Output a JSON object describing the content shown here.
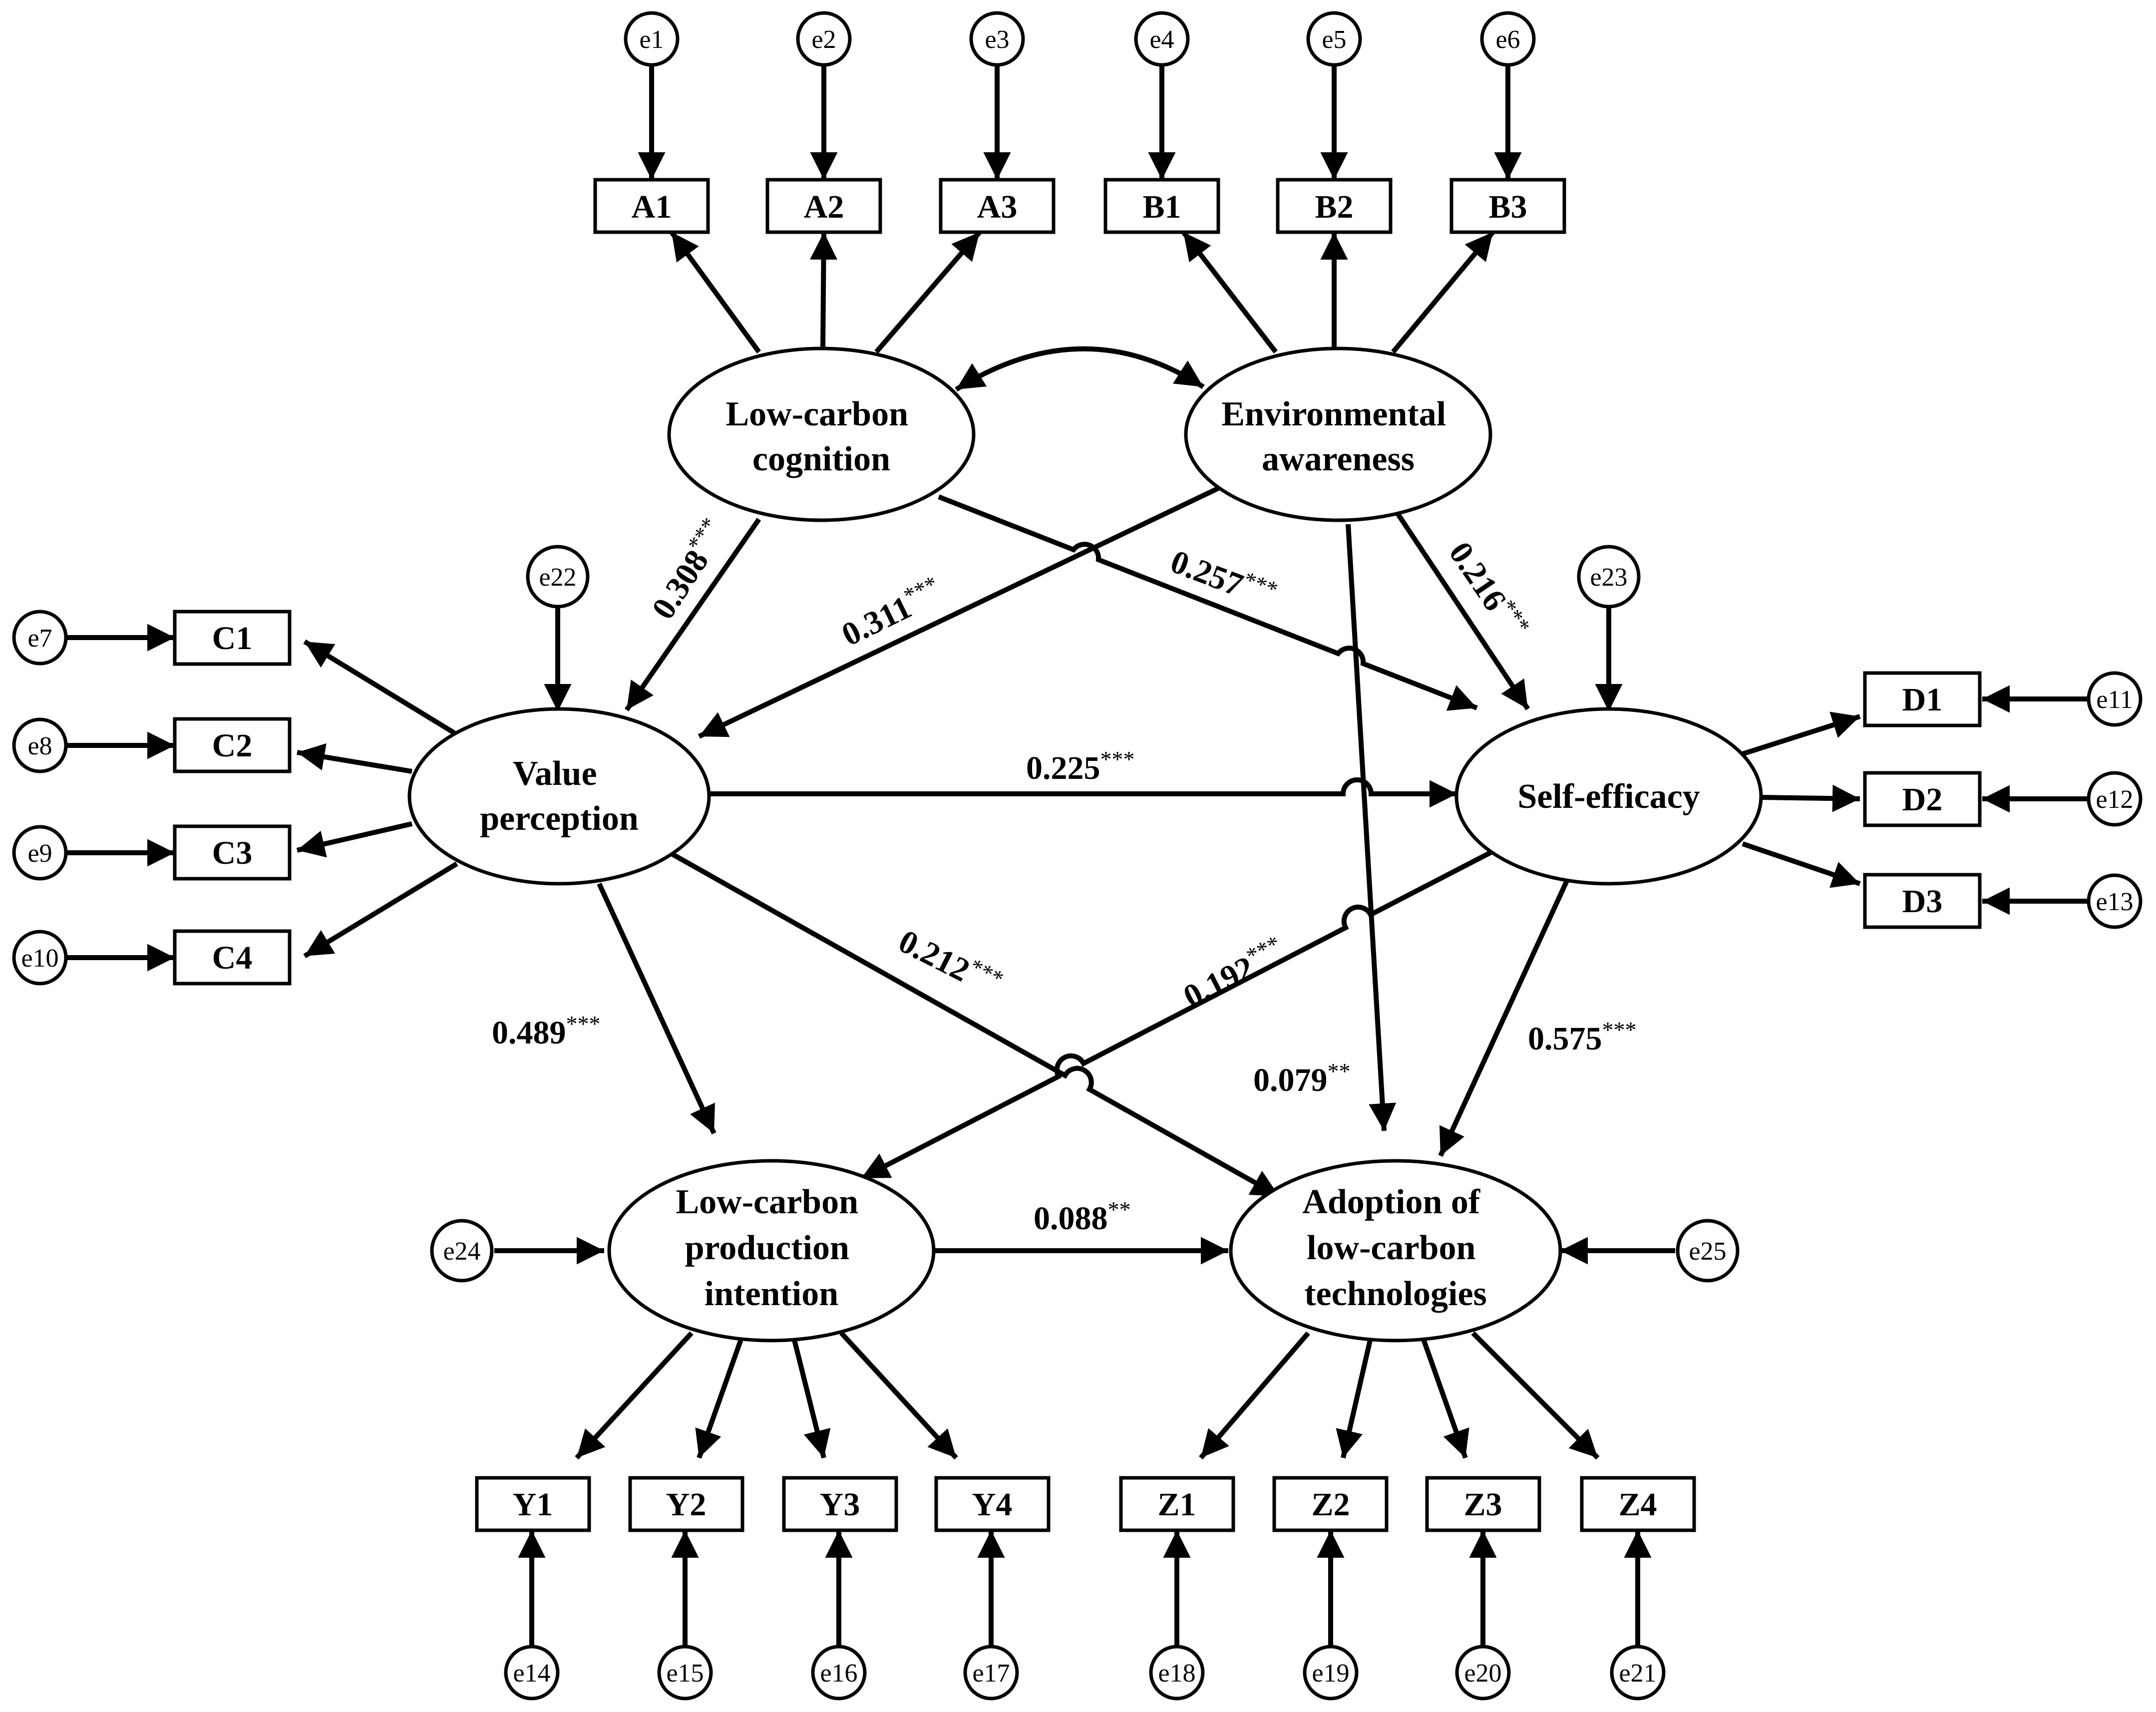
{
  "diagram": {
    "latents": {
      "lc_cognition": {
        "lines": [
          "Low-carbon",
          "cognition"
        ]
      },
      "env_awareness": {
        "lines": [
          "Environmental",
          "awareness"
        ]
      },
      "value_perception": {
        "lines": [
          "Value",
          "perception"
        ]
      },
      "self_efficacy": {
        "lines": [
          "Self-efficacy"
        ]
      },
      "lc_intention": {
        "lines": [
          "Low-carbon",
          "production",
          "intention"
        ]
      },
      "adoption": {
        "lines": [
          "Adoption of",
          "low-carbon",
          "technologies"
        ]
      }
    },
    "indicators": {
      "A1": "A1",
      "A2": "A2",
      "A3": "A3",
      "B1": "B1",
      "B2": "B2",
      "B3": "B3",
      "C1": "C1",
      "C2": "C2",
      "C3": "C3",
      "C4": "C4",
      "D1": "D1",
      "D2": "D2",
      "D3": "D3",
      "Y1": "Y1",
      "Y2": "Y2",
      "Y3": "Y3",
      "Y4": "Y4",
      "Z1": "Z1",
      "Z2": "Z2",
      "Z3": "Z3",
      "Z4": "Z4"
    },
    "errors": {
      "e1": "e1",
      "e2": "e2",
      "e3": "e3",
      "e4": "e4",
      "e5": "e5",
      "e6": "e6",
      "e7": "e7",
      "e8": "e8",
      "e9": "e9",
      "e10": "e10",
      "e11": "e11",
      "e12": "e12",
      "e13": "e13",
      "e14": "e14",
      "e15": "e15",
      "e16": "e16",
      "e17": "e17",
      "e18": "e18",
      "e19": "e19",
      "e20": "e20",
      "e21": "e21",
      "e22": "e22",
      "e23": "e23",
      "e24": "e24",
      "e25": "e25"
    },
    "paths": {
      "lcc_vp": {
        "value": "0.308",
        "stars": "***"
      },
      "lcc_se": {
        "value": "0.257",
        "stars": "***"
      },
      "ea_vp": {
        "value": "0.311",
        "stars": "***"
      },
      "ea_se": {
        "value": "0.216",
        "stars": "***"
      },
      "vp_se": {
        "value": "0.225",
        "stars": "***"
      },
      "vp_int": {
        "value": "0.489",
        "stars": "***"
      },
      "vp_adopt": {
        "value": "0.212",
        "stars": "***"
      },
      "se_int": {
        "value": "0.192",
        "stars": "***"
      },
      "ea_adopt": {
        "value": "0.079",
        "stars": "**"
      },
      "se_adopt": {
        "value": "0.575",
        "stars": "***"
      },
      "int_adopt": {
        "value": "0.088",
        "stars": "**"
      }
    }
  }
}
